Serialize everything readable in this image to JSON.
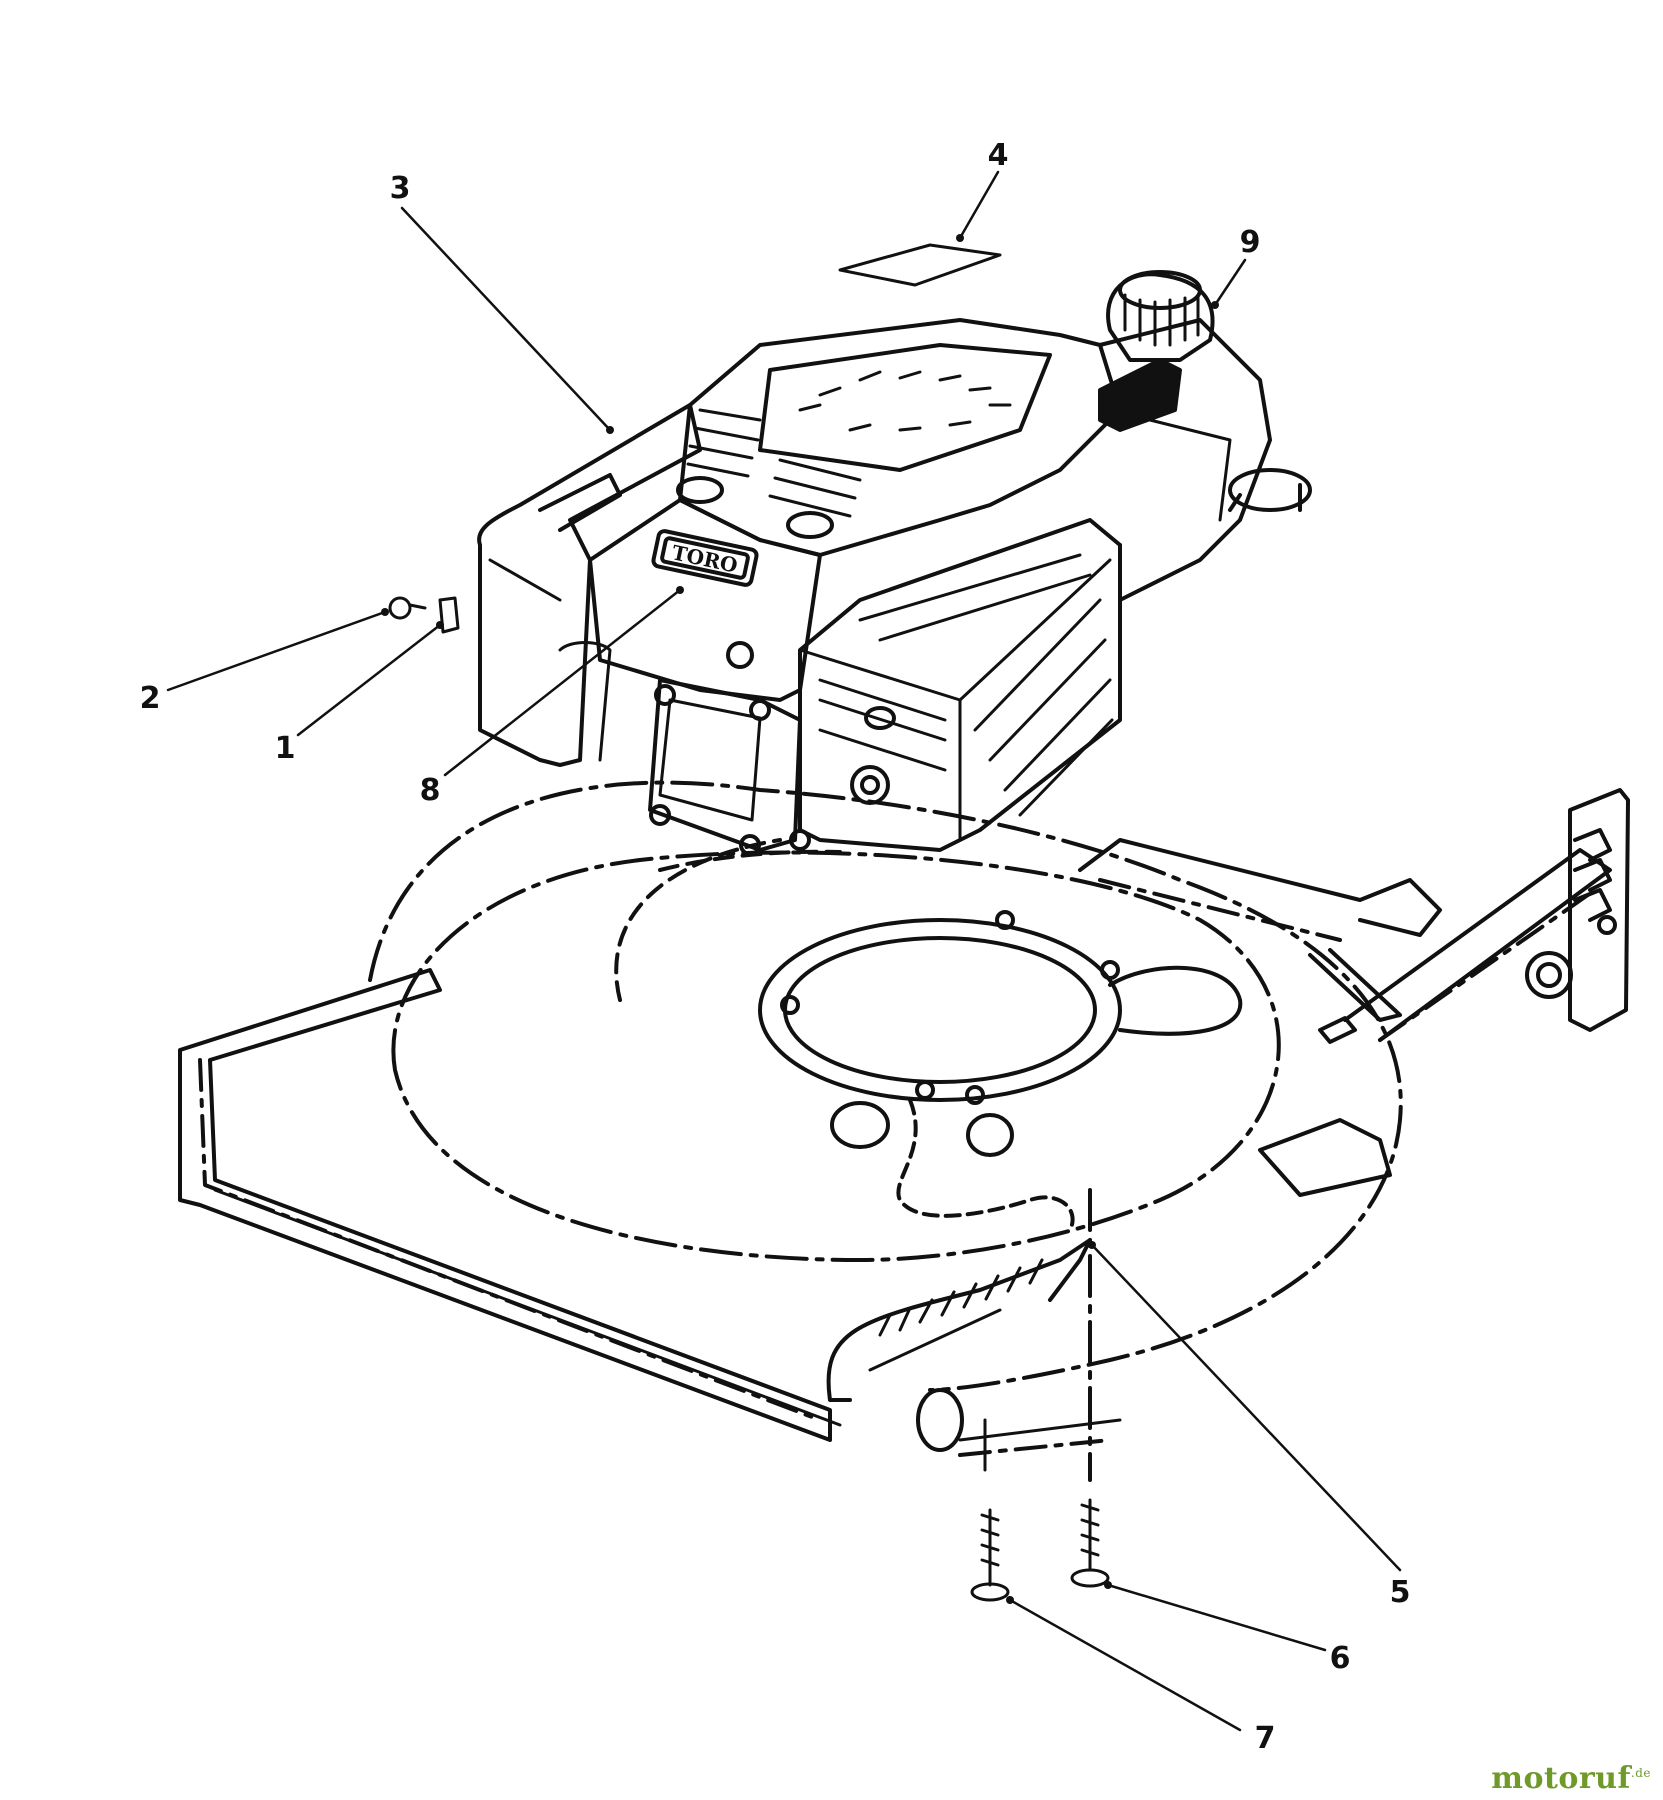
{
  "diagram": {
    "engine_logo_text": "TORO",
    "callouts": [
      {
        "id": "1",
        "label": "1"
      },
      {
        "id": "2",
        "label": "2"
      },
      {
        "id": "3",
        "label": "3"
      },
      {
        "id": "4",
        "label": "4"
      },
      {
        "id": "5",
        "label": "5"
      },
      {
        "id": "6",
        "label": "6"
      },
      {
        "id": "7",
        "label": "7"
      },
      {
        "id": "8",
        "label": "8"
      },
      {
        "id": "9",
        "label": "9"
      }
    ]
  },
  "watermark": {
    "name": "motoruf",
    "suffix": ".de"
  }
}
